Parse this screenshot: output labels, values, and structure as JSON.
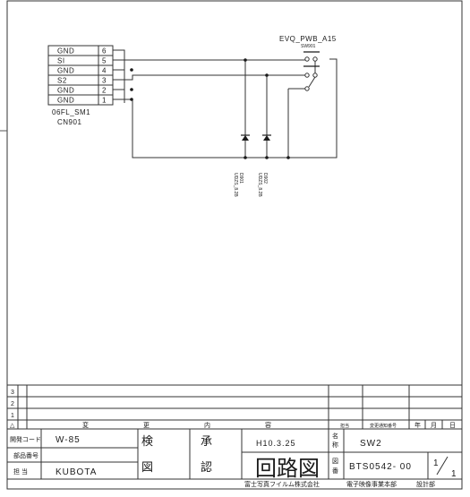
{
  "connector": {
    "pins": [
      {
        "name": "GND",
        "num": "6"
      },
      {
        "name": "SI",
        "num": "5"
      },
      {
        "name": "GND",
        "num": "4"
      },
      {
        "name": "S2",
        "num": "3"
      },
      {
        "name": "GND",
        "num": "2"
      },
      {
        "name": "GND",
        "num": "1"
      }
    ],
    "part": "06FL_SM1",
    "ref": "CN901"
  },
  "switch": {
    "part": "EVQ_PWB_A15",
    "ref": "SW901"
  },
  "diodes": [
    {
      "ref": "D901",
      "part": "UDZS_8.2B"
    },
    {
      "ref": "D902",
      "part": "UDZS_8.2B"
    }
  ],
  "revisions": {
    "rows": [
      "3",
      "2",
      "1"
    ],
    "header": {
      "mark": "△",
      "change": "変",
      "more": "更",
      "inner": "内",
      "content": "容",
      "person": "担当",
      "notice_no": "変更通知番号",
      "year": "年",
      "month": "月",
      "day": "日"
    }
  },
  "title_block": {
    "dev_code_label": "開発コード",
    "dev_code": "W-85",
    "part_no_label": "部品番号",
    "part_no": "",
    "person_label": "担 当",
    "person": "KUBOTA",
    "check_label_1": "検",
    "check_label_2": "図",
    "approve_label_1": "承",
    "approve_label_2": "認",
    "date": "H10.3.25",
    "name_label_1": "名",
    "name_label_2": "称",
    "name": "SW2",
    "drawing_label_1": "図",
    "drawing_label_2": "番",
    "drawing_no": "BTS0542- 00",
    "title": "回路図",
    "sheet_num": "1",
    "sheet_total": "1"
  },
  "footer": {
    "company": "富士写真フイルム株式会社",
    "division": "電子映像事業本部",
    "dept": "設計部"
  }
}
